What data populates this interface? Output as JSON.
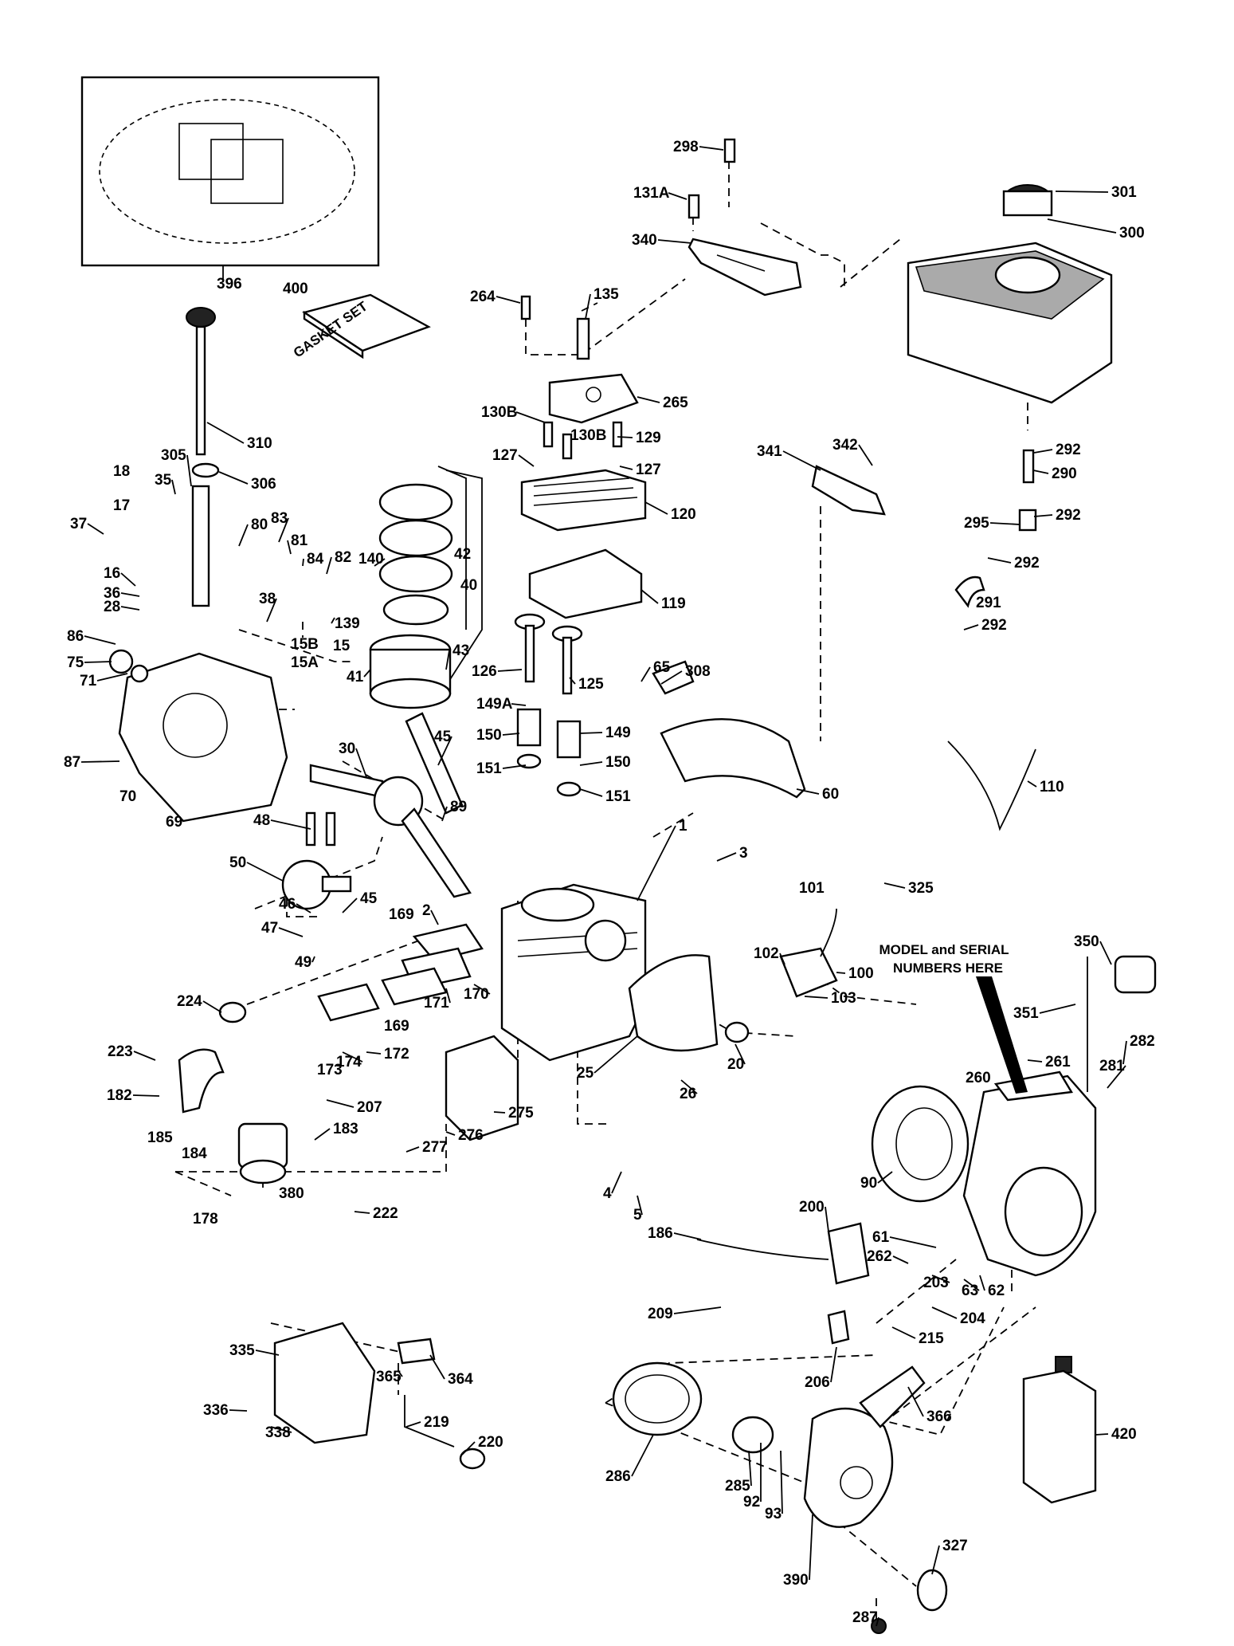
{
  "callouts": [
    {
      "id": "c-298",
      "text": "298"
    },
    {
      "id": "c-131a",
      "text": "131A"
    },
    {
      "id": "c-340",
      "text": "340"
    },
    {
      "id": "c-301",
      "text": "301"
    },
    {
      "id": "c-300",
      "text": "300"
    },
    {
      "id": "c-396",
      "text": "396"
    },
    {
      "id": "c-400",
      "text": "400"
    },
    {
      "id": "c-264",
      "text": "264"
    },
    {
      "id": "c-135",
      "text": "135"
    },
    {
      "id": "c-265",
      "text": "265"
    },
    {
      "id": "c-130b-a",
      "text": "130B"
    },
    {
      "id": "c-130b-b",
      "text": "130B"
    },
    {
      "id": "c-129",
      "text": "129"
    },
    {
      "id": "c-127-a",
      "text": "127"
    },
    {
      "id": "c-127-b",
      "text": "127"
    },
    {
      "id": "c-120",
      "text": "120"
    },
    {
      "id": "c-119",
      "text": "119"
    },
    {
      "id": "c-310",
      "text": "310"
    },
    {
      "id": "c-305",
      "text": "305"
    },
    {
      "id": "c-306",
      "text": "306"
    },
    {
      "id": "c-18",
      "text": "18"
    },
    {
      "id": "c-35",
      "text": "35"
    },
    {
      "id": "c-17",
      "text": "17"
    },
    {
      "id": "c-37",
      "text": "37"
    },
    {
      "id": "c-16",
      "text": "16"
    },
    {
      "id": "c-36",
      "text": "36"
    },
    {
      "id": "c-28",
      "text": "28"
    },
    {
      "id": "c-80",
      "text": "80"
    },
    {
      "id": "c-83",
      "text": "83"
    },
    {
      "id": "c-81",
      "text": "81"
    },
    {
      "id": "c-84",
      "text": "84"
    },
    {
      "id": "c-82",
      "text": "82"
    },
    {
      "id": "c-140",
      "text": "140"
    },
    {
      "id": "c-139",
      "text": "139"
    },
    {
      "id": "c-42",
      "text": "42"
    },
    {
      "id": "c-40",
      "text": "40"
    },
    {
      "id": "c-38",
      "text": "38"
    },
    {
      "id": "c-15b",
      "text": "15B"
    },
    {
      "id": "c-15",
      "text": "15"
    },
    {
      "id": "c-15a",
      "text": "15A"
    },
    {
      "id": "c-43",
      "text": "43"
    },
    {
      "id": "c-41",
      "text": "41"
    },
    {
      "id": "c-86",
      "text": "86"
    },
    {
      "id": "c-75",
      "text": "75"
    },
    {
      "id": "c-71",
      "text": "71"
    },
    {
      "id": "c-87",
      "text": "87"
    },
    {
      "id": "c-70",
      "text": "70"
    },
    {
      "id": "c-69",
      "text": "69"
    },
    {
      "id": "c-30",
      "text": "30"
    },
    {
      "id": "c-45-a",
      "text": "45"
    },
    {
      "id": "c-126",
      "text": "126"
    },
    {
      "id": "c-125",
      "text": "125"
    },
    {
      "id": "c-149a",
      "text": "149A"
    },
    {
      "id": "c-149",
      "text": "149"
    },
    {
      "id": "c-150-a",
      "text": "150"
    },
    {
      "id": "c-150-b",
      "text": "150"
    },
    {
      "id": "c-151-a",
      "text": "151"
    },
    {
      "id": "c-151-b",
      "text": "151"
    },
    {
      "id": "c-65",
      "text": "65"
    },
    {
      "id": "c-308",
      "text": "308"
    },
    {
      "id": "c-60",
      "text": "60"
    },
    {
      "id": "c-341",
      "text": "341"
    },
    {
      "id": "c-342",
      "text": "342"
    },
    {
      "id": "c-292-a",
      "text": "292"
    },
    {
      "id": "c-290",
      "text": "290"
    },
    {
      "id": "c-292-b",
      "text": "292"
    },
    {
      "id": "c-295",
      "text": "295"
    },
    {
      "id": "c-292-c",
      "text": "292"
    },
    {
      "id": "c-291",
      "text": "291"
    },
    {
      "id": "c-292-d",
      "text": "292"
    },
    {
      "id": "c-110",
      "text": "110"
    },
    {
      "id": "c-89",
      "text": "89"
    },
    {
      "id": "c-48",
      "text": "48"
    },
    {
      "id": "c-50",
      "text": "50"
    },
    {
      "id": "c-1",
      "text": "1"
    },
    {
      "id": "c-3",
      "text": "3"
    },
    {
      "id": "c-46",
      "text": "46"
    },
    {
      "id": "c-45-b",
      "text": "45"
    },
    {
      "id": "c-47",
      "text": "47"
    },
    {
      "id": "c-49",
      "text": "49"
    },
    {
      "id": "c-169-a",
      "text": "169"
    },
    {
      "id": "c-2",
      "text": "2"
    },
    {
      "id": "c-171",
      "text": "171"
    },
    {
      "id": "c-170",
      "text": "170"
    },
    {
      "id": "c-169-b",
      "text": "169"
    },
    {
      "id": "c-172",
      "text": "172"
    },
    {
      "id": "c-174",
      "text": "174"
    },
    {
      "id": "c-173",
      "text": "173"
    },
    {
      "id": "c-325",
      "text": "325"
    },
    {
      "id": "c-101",
      "text": "101"
    },
    {
      "id": "c-102",
      "text": "102"
    },
    {
      "id": "c-100",
      "text": "100"
    },
    {
      "id": "c-103",
      "text": "103"
    },
    {
      "id": "c-350",
      "text": "350"
    },
    {
      "id": "c-351",
      "text": "351"
    },
    {
      "id": "c-261",
      "text": "261"
    },
    {
      "id": "c-282",
      "text": "282"
    },
    {
      "id": "c-281",
      "text": "281"
    },
    {
      "id": "c-260",
      "text": "260"
    },
    {
      "id": "c-224",
      "text": "224"
    },
    {
      "id": "c-223",
      "text": "223"
    },
    {
      "id": "c-182",
      "text": "182"
    },
    {
      "id": "c-185",
      "text": "185"
    },
    {
      "id": "c-184",
      "text": "184"
    },
    {
      "id": "c-207",
      "text": "207"
    },
    {
      "id": "c-183",
      "text": "183"
    },
    {
      "id": "c-380",
      "text": "380"
    },
    {
      "id": "c-276",
      "text": "276"
    },
    {
      "id": "c-275",
      "text": "275"
    },
    {
      "id": "c-277",
      "text": "277"
    },
    {
      "id": "c-178",
      "text": "178"
    },
    {
      "id": "c-222",
      "text": "222"
    },
    {
      "id": "c-25",
      "text": "25"
    },
    {
      "id": "c-26",
      "text": "26"
    },
    {
      "id": "c-20",
      "text": "20"
    },
    {
      "id": "c-4",
      "text": "4"
    },
    {
      "id": "c-5",
      "text": "5"
    },
    {
      "id": "c-90",
      "text": "90"
    },
    {
      "id": "c-200",
      "text": "200"
    },
    {
      "id": "c-186",
      "text": "186"
    },
    {
      "id": "c-61",
      "text": "61"
    },
    {
      "id": "c-262",
      "text": "262"
    },
    {
      "id": "c-203",
      "text": "203"
    },
    {
      "id": "c-63",
      "text": "63"
    },
    {
      "id": "c-62",
      "text": "62"
    },
    {
      "id": "c-209",
      "text": "209"
    },
    {
      "id": "c-204",
      "text": "204"
    },
    {
      "id": "c-215",
      "text": "215"
    },
    {
      "id": "c-206",
      "text": "206"
    },
    {
      "id": "c-335",
      "text": "335"
    },
    {
      "id": "c-365",
      "text": "365"
    },
    {
      "id": "c-364",
      "text": "364"
    },
    {
      "id": "c-336",
      "text": "336"
    },
    {
      "id": "c-338",
      "text": "338"
    },
    {
      "id": "c-219",
      "text": "219"
    },
    {
      "id": "c-220",
      "text": "220"
    },
    {
      "id": "c-366",
      "text": "366"
    },
    {
      "id": "c-420",
      "text": "420"
    },
    {
      "id": "c-286",
      "text": "286"
    },
    {
      "id": "c-285",
      "text": "285"
    },
    {
      "id": "c-92",
      "text": "92"
    },
    {
      "id": "c-93",
      "text": "93"
    },
    {
      "id": "c-327",
      "text": "327"
    },
    {
      "id": "c-390",
      "text": "390"
    },
    {
      "id": "c-287",
      "text": "287"
    }
  ],
  "notes": {
    "model_serial_line1": "MODEL and SERIAL",
    "model_serial_line2": "NUMBERS HERE",
    "gasket_set": "GASKET SET"
  }
}
